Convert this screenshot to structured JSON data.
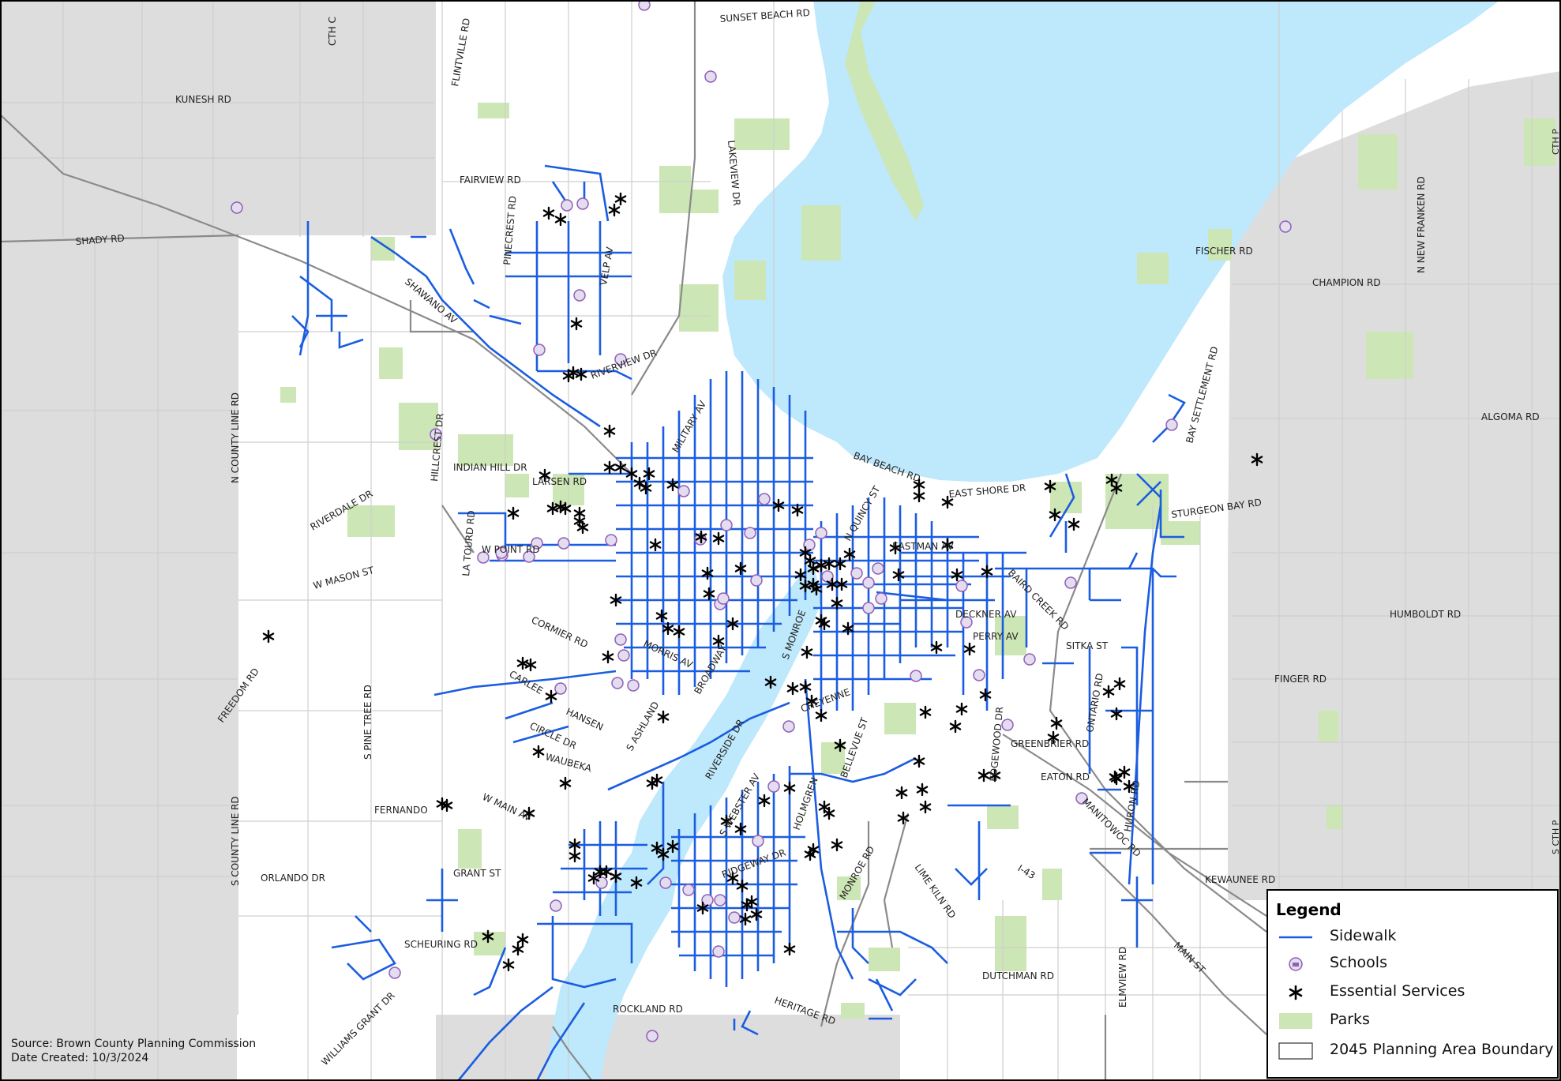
{
  "colors": {
    "water": "#bee8fb",
    "outside": "#dddddd",
    "park": "#cde6b5",
    "sidewalk": "#1a5de0",
    "major_road": "#8a8a8a",
    "minor_road": "#cfcfcf",
    "school_fill": "#e4dcef",
    "school_stroke": "#9060b8",
    "service": "#000000"
  },
  "legend": {
    "title": "Legend",
    "items": [
      {
        "key": "sidewalk",
        "label": "Sidewalk",
        "icon": "blue-line-icon"
      },
      {
        "key": "schools",
        "label": "Schools",
        "icon": "school-icon"
      },
      {
        "key": "services",
        "label": "Essential Services",
        "icon": "asterisk-icon"
      },
      {
        "key": "parks",
        "label": "Parks",
        "icon": "park-patch-icon"
      },
      {
        "key": "boundary",
        "label": "2045 Planning Area Boundary",
        "icon": "boundary-box-icon"
      }
    ]
  },
  "source": {
    "line1": "Source: Brown County Planning Commission",
    "line2": "Date Created: 10/3/2024"
  },
  "road_labels": [
    "FLINTVILLE RD",
    "CTH C",
    "SUNSET BEACH RD",
    "KUNESH RD",
    "FAIRVIEW RD",
    "SHADY RD",
    "PINECREST RD",
    "VELP AV",
    "LAKEVIEW DR",
    "SHAWANO AV",
    "RIVERVIEW DR",
    "MILITARY AV",
    "N COUNTY LINE RD",
    "HILLCREST DR",
    "INDIAN HILL DR",
    "LARSEN RD",
    "RIVERDALE DR",
    "LA TOURD RD",
    "W POINT RD",
    "W MASON ST",
    "FREEDOM RD",
    "S PINE TREE RD",
    "CORMIER RD",
    "MORRIS AV",
    "BROADWAY",
    "CARLEE",
    "HANSEN",
    "CIRCLE DR",
    "WAUBEKA",
    "S ASHLAND",
    "FERNANDO",
    "W MAIN AV",
    "S COUNTY LINE RD",
    "ORLANDO DR",
    "GRANT ST",
    "SCHEURING RD",
    "WILLIAMS GRANT DR",
    "ROCKLAND RD",
    "HERITAGE RD",
    "DUTCHMAN RD",
    "S WEBSTER AV",
    "RIVERSIDE DR",
    "BELLEVUE ST",
    "MONROE RD",
    "LIME KILN RD",
    "ELMVIEW RD",
    "MAIN ST",
    "BAY BEACH RD",
    "EAST SHORE DR",
    "N QUINCY ST",
    "EASTMAN AV",
    "BAIRD CREEK RD",
    "DECKNER AV",
    "S MONROE",
    "SITKA ST",
    "ONTARIO RD",
    "EDGEWOOD DR",
    "GREENBRIER RD",
    "EATON RD",
    "MANITOWOC RD",
    "I-43",
    "HURON RD",
    "KEWAUNEE RD",
    "FINGER RD",
    "HUMBOLDT RD",
    "ALGOMA RD",
    "STURGEON BAY RD",
    "BAY SETTLEMENT RD",
    "CHAMPION RD",
    "FISCHER RD",
    "N NEW FRANKEN RD",
    "CTH P",
    "S CTH P",
    "RIDGEWAY DR",
    "CHEYENNE",
    "HOLMGREN",
    "PERRY AV"
  ]
}
